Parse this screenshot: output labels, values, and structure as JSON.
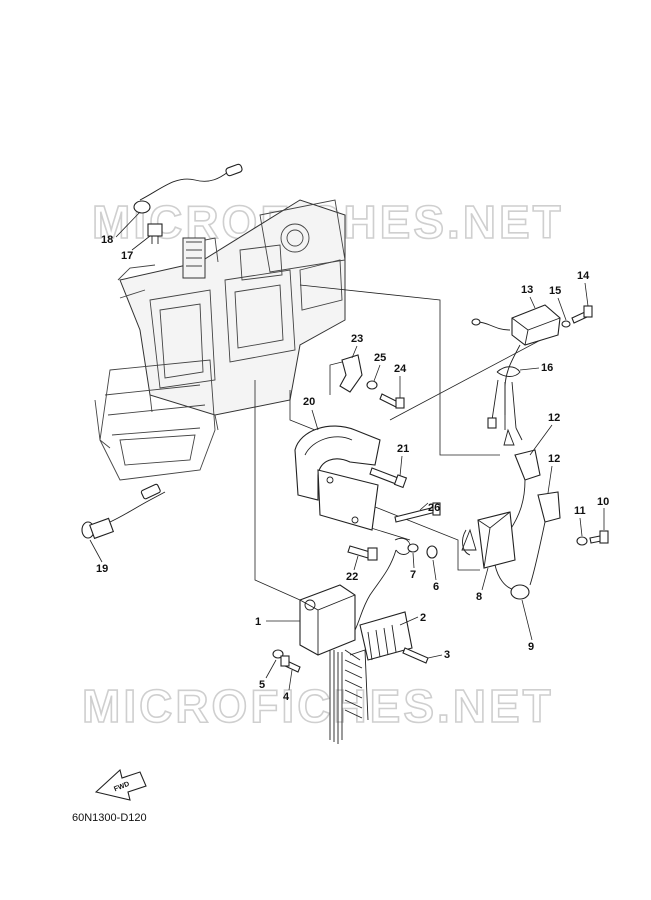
{
  "diagram": {
    "drawing_number": "60N1300-D120",
    "watermark_text": "MICROFICHES.NET",
    "fwd_label": "FWD",
    "callouts": [
      "1",
      "2",
      "3",
      "4",
      "5",
      "6",
      "7",
      "8",
      "9",
      "10",
      "11",
      "12",
      "12",
      "13",
      "14",
      "15",
      "16",
      "17",
      "18",
      "19",
      "20",
      "21",
      "22",
      "23",
      "24",
      "25",
      "26"
    ]
  },
  "colors": {
    "line": "#222222",
    "watermark": "#cfcfcf",
    "background": "#ffffff"
  }
}
